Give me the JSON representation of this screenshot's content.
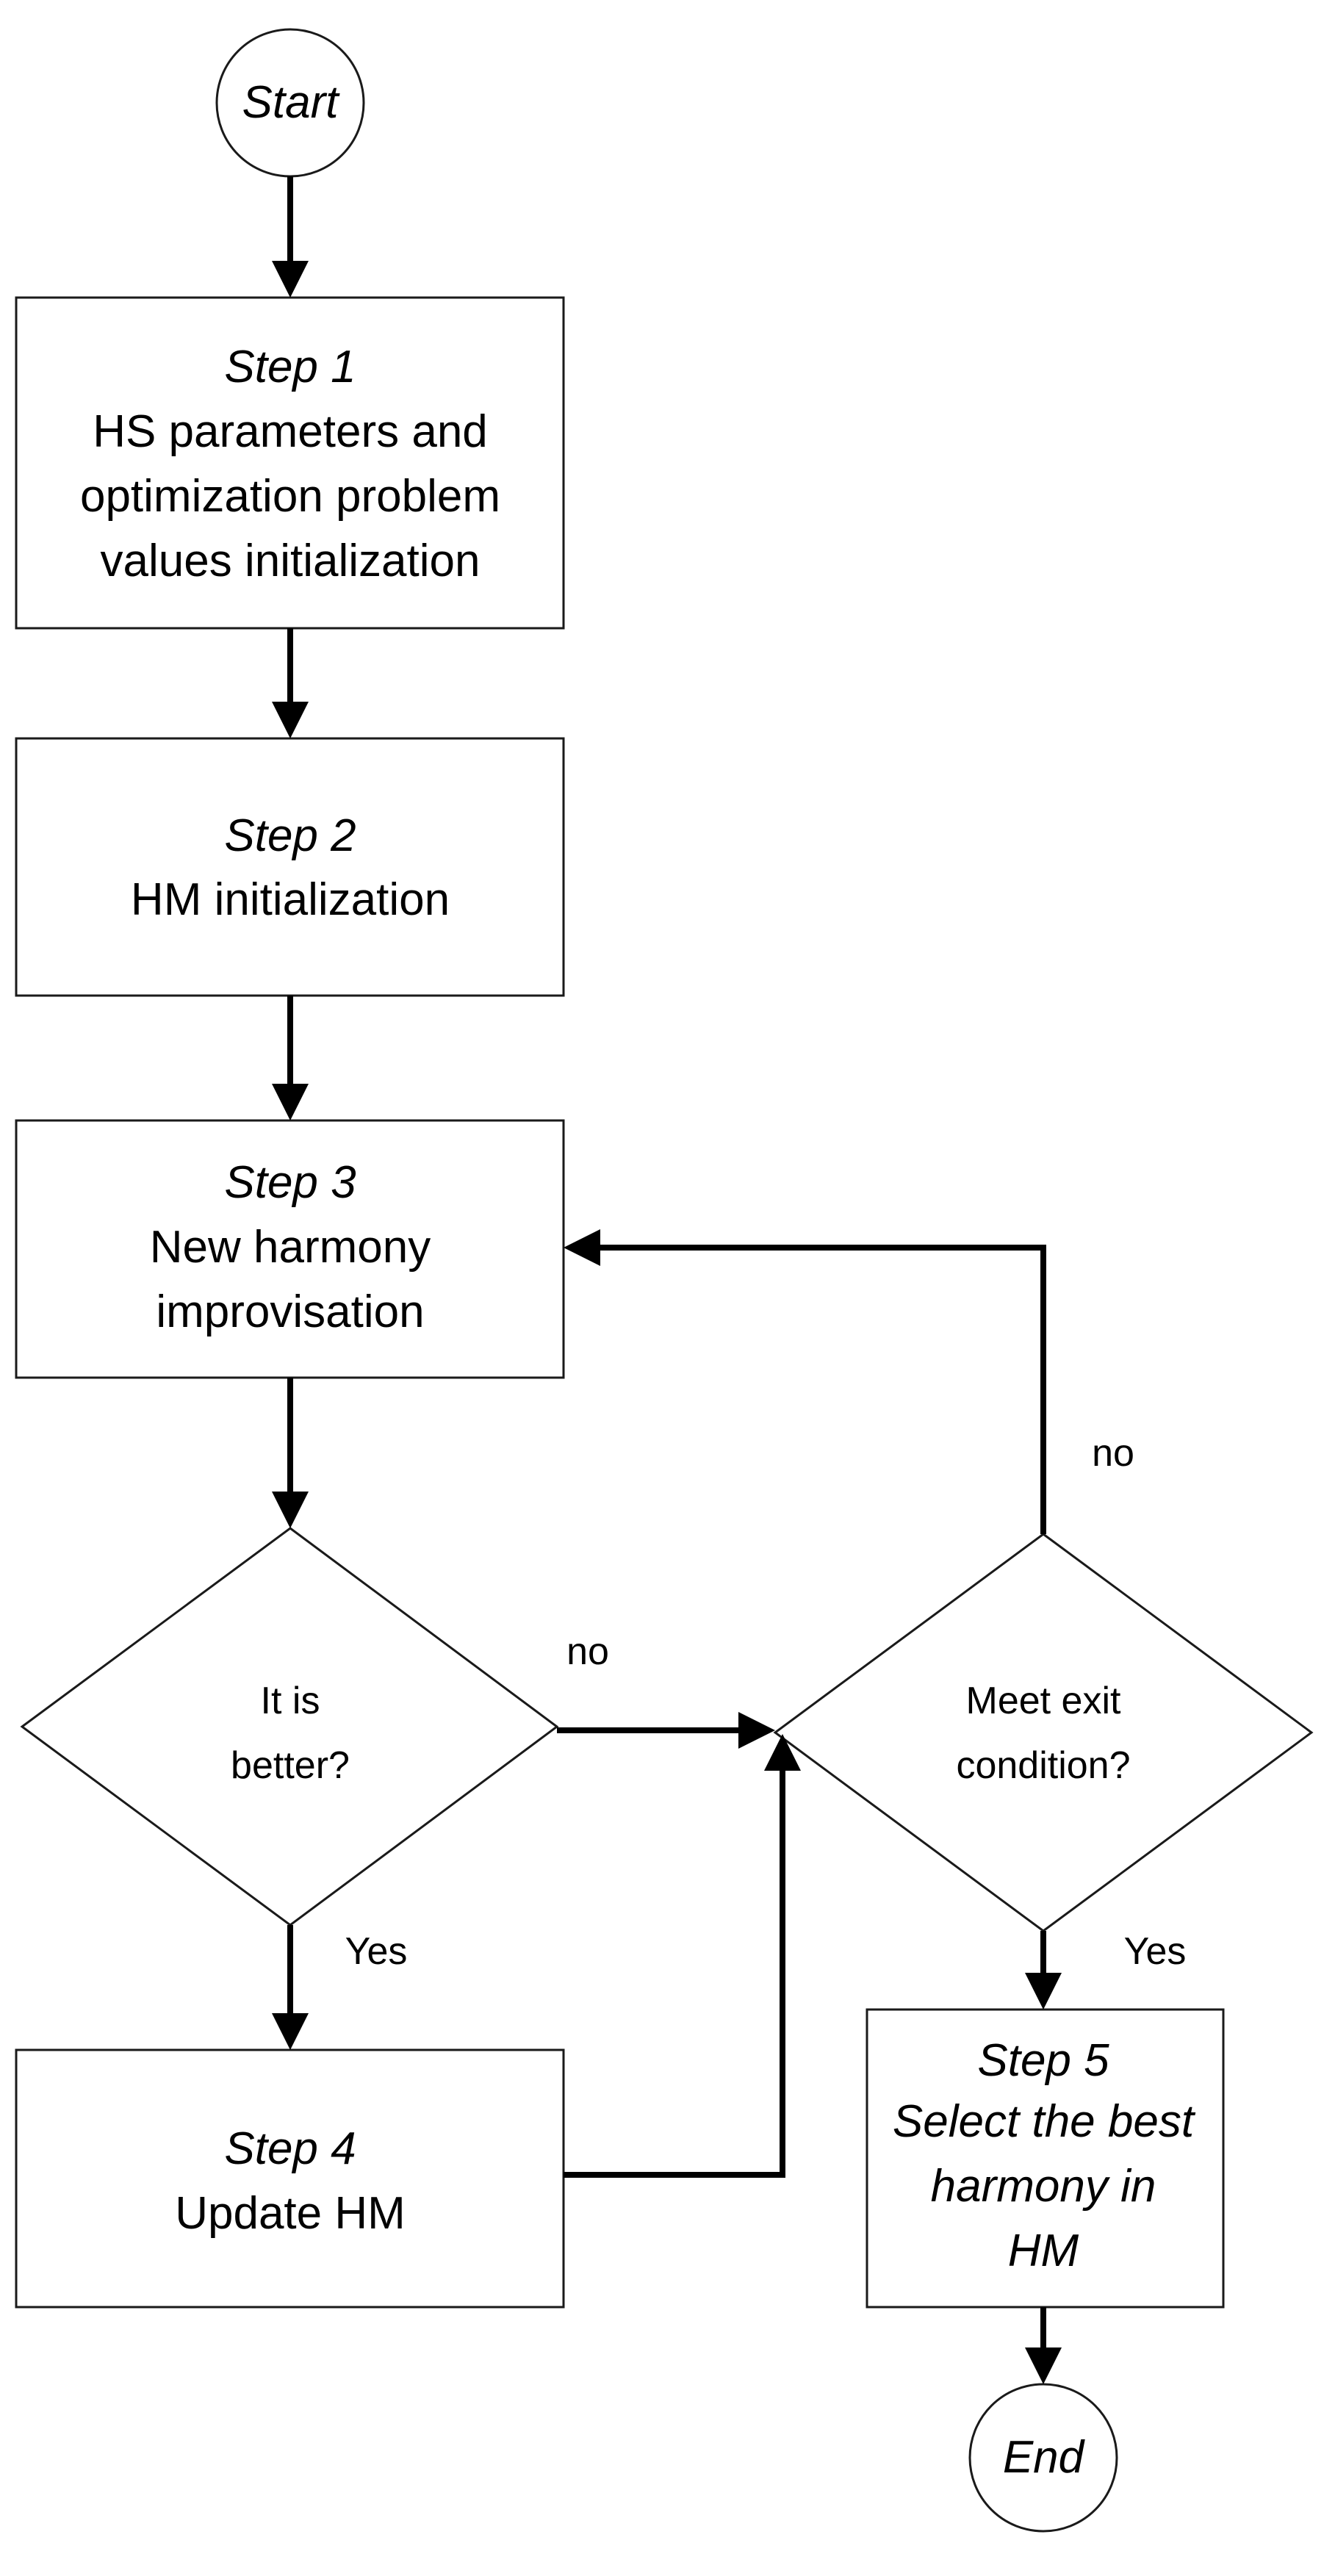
{
  "nodes": {
    "start": {
      "text": "Start"
    },
    "step1": {
      "title": "Step 1",
      "lines": [
        "HS parameters and",
        "optimization problem",
        "values initialization"
      ]
    },
    "step2": {
      "title": "Step 2",
      "lines": [
        "HM initialization"
      ]
    },
    "step3": {
      "title": "Step 3",
      "lines": [
        "New harmony",
        "improvisation"
      ]
    },
    "decision_better": {
      "lines": [
        "It is",
        "better?"
      ]
    },
    "decision_exit": {
      "lines": [
        "Meet exit",
        "condition?"
      ]
    },
    "step4": {
      "title": "Step 4",
      "lines": [
        "Update HM"
      ]
    },
    "step5": {
      "title": "Step 5",
      "lines": [
        "Select the best",
        "harmony in",
        "HM"
      ]
    },
    "end": {
      "text": "End"
    }
  },
  "edge_labels": {
    "better_no": "no",
    "better_yes": "Yes",
    "exit_no": "no",
    "exit_yes": "Yes"
  }
}
